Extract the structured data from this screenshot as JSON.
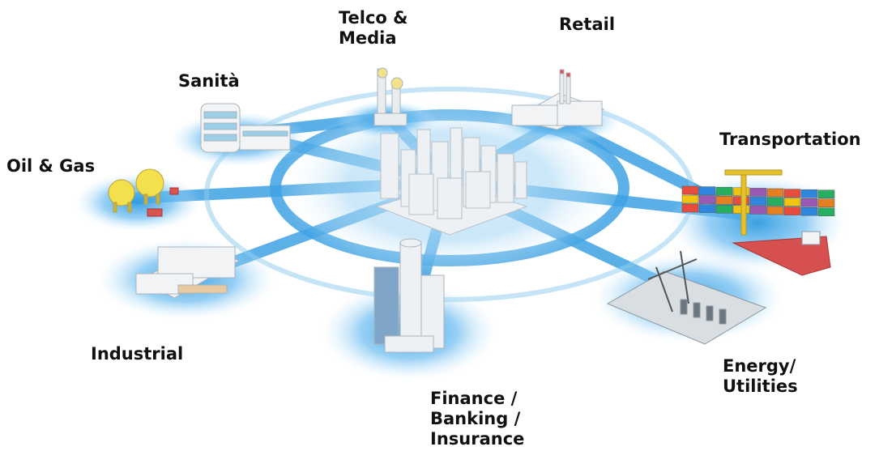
{
  "sectors": {
    "telco": "Telco &\nMedia",
    "retail": "Retail",
    "sanita": "Sanità",
    "transportation": "Transportation",
    "oil_gas": "Oil & Gas",
    "industrial": "Industrial",
    "energy": "Energy/\nUtilities",
    "finance": "Finance /\nBanking /\nInsurance"
  },
  "colors": {
    "network_blue": "#2f9ae0",
    "glow_blue": "#bfe3f7",
    "building_white": "#eef1f4",
    "container_colors": [
      "#e74c3c",
      "#2e86de",
      "#27ae60",
      "#f1c40f",
      "#9b59b6",
      "#e67e22"
    ]
  }
}
